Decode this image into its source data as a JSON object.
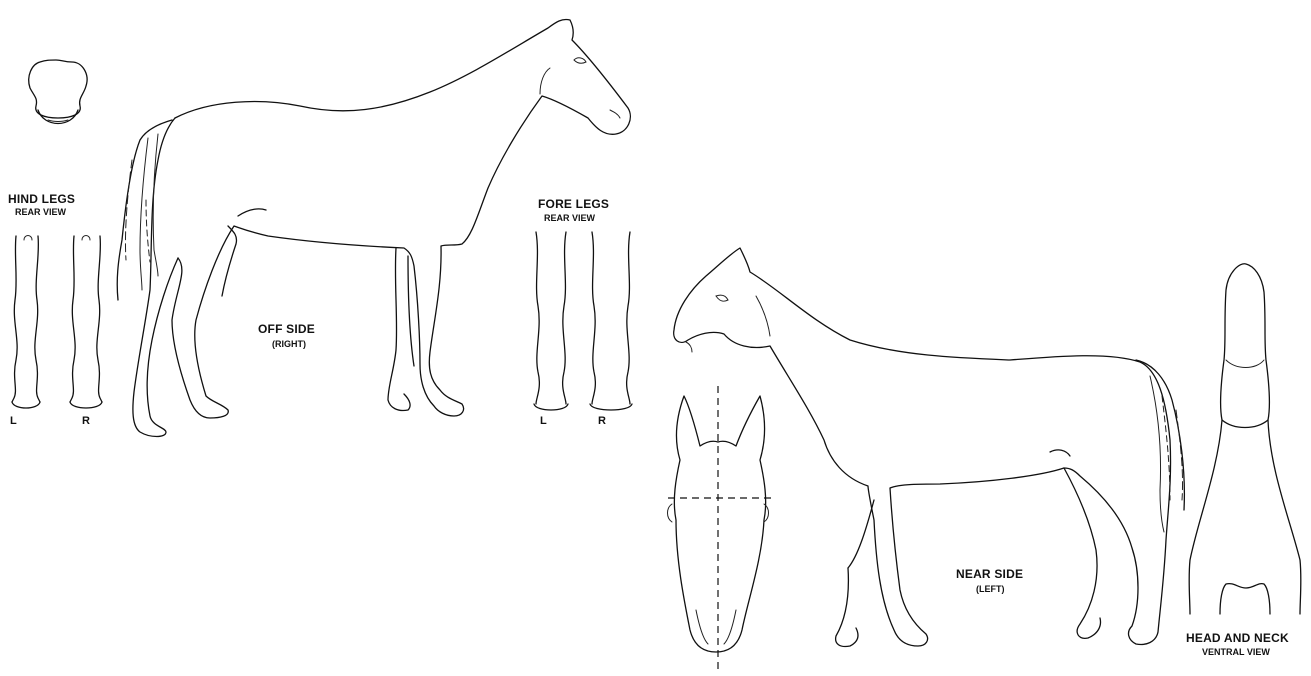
{
  "labels": {
    "hind_legs_title": "HIND LEGS",
    "hind_legs_sub": "REAR VIEW",
    "fore_legs_title": "FORE LEGS",
    "fore_legs_sub": "REAR VIEW",
    "off_side_title": "OFF SIDE",
    "off_side_sub": "(RIGHT)",
    "near_side_title": "NEAR SIDE",
    "near_side_sub": "(LEFT)",
    "head_neck_title": "HEAD AND NECK",
    "head_neck_sub": "VENTRAL VIEW",
    "hind_left": "L",
    "hind_right": "R",
    "fore_left": "L",
    "fore_right": "R"
  }
}
